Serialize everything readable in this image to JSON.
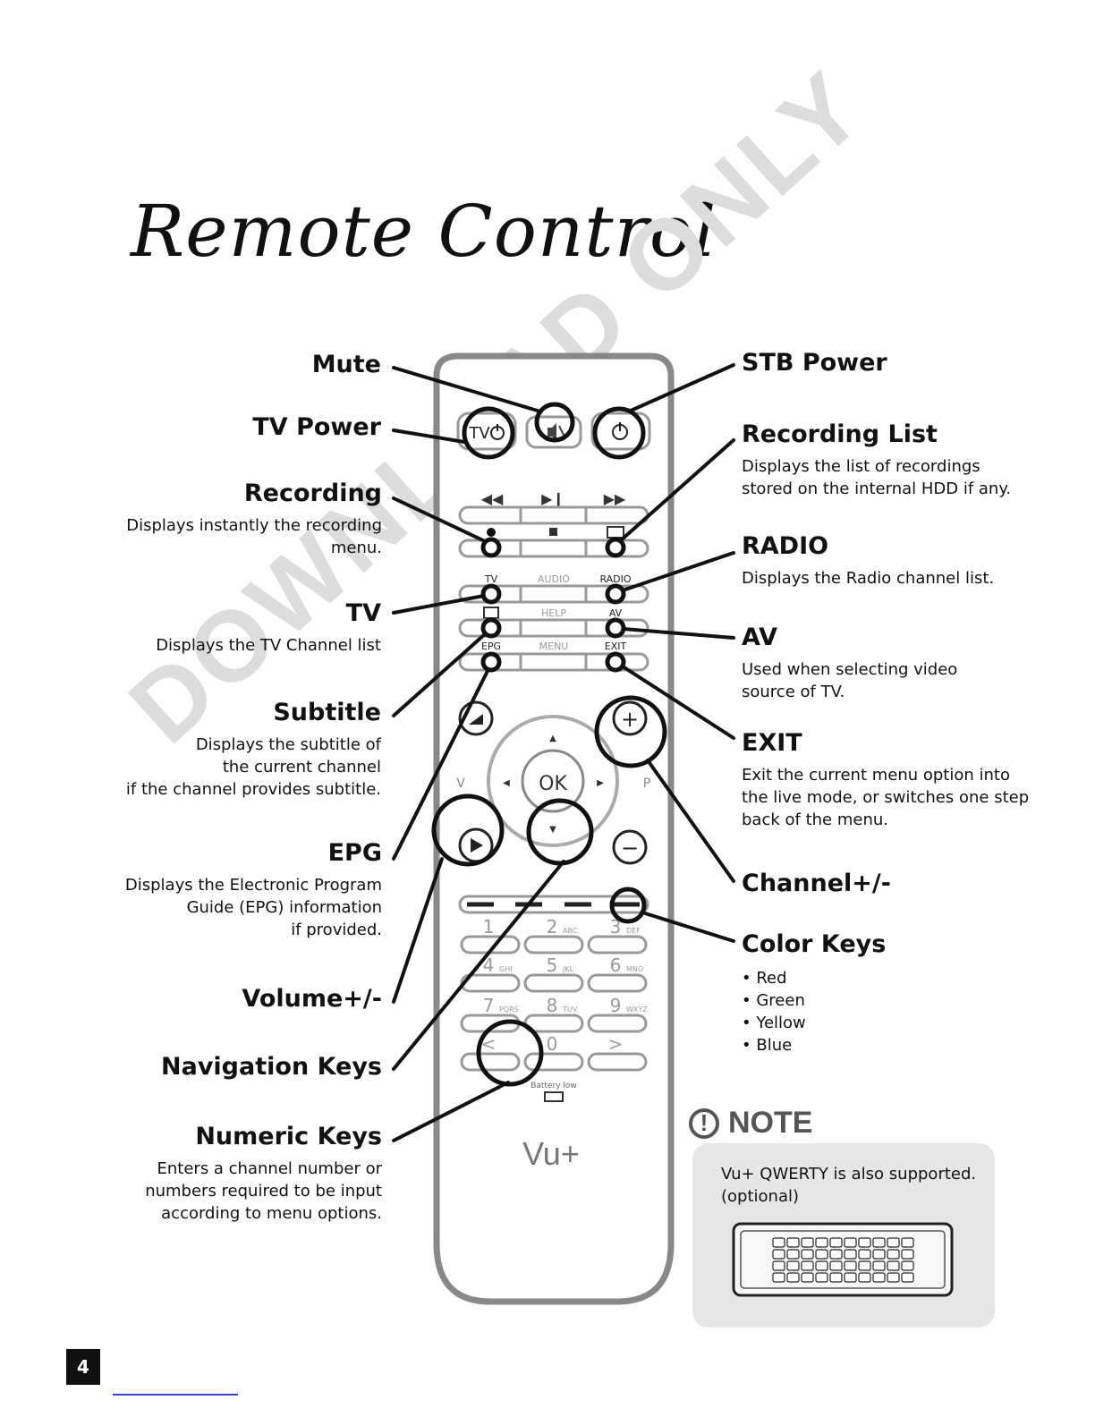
{
  "page": {
    "title": "Remote Control",
    "watermark": "DOWNLOAD ONLY",
    "page_number": "4"
  },
  "remote": {
    "buttons": {
      "tv_power": "TV",
      "tv": "TV",
      "audio": "AUDIO",
      "radio": "RADIO",
      "help": "HELP",
      "av": "AV",
      "epg": "EPG",
      "menu": "MENU",
      "exit": "EXIT",
      "ok": "OK",
      "v": "V",
      "p": "P",
      "plus": "+",
      "minus": "−",
      "battery_low": "Battery low",
      "brand": "Vu+"
    },
    "numeric": [
      {
        "digit": "1",
        "letters": ""
      },
      {
        "digit": "2",
        "letters": "ABC"
      },
      {
        "digit": "3",
        "letters": "DEF"
      },
      {
        "digit": "4",
        "letters": "GHI"
      },
      {
        "digit": "5",
        "letters": "JKL"
      },
      {
        "digit": "6",
        "letters": "MNO"
      },
      {
        "digit": "7",
        "letters": "PQRS"
      },
      {
        "digit": "8",
        "letters": "TUV"
      },
      {
        "digit": "9",
        "letters": "WXYZ"
      },
      {
        "digit": "<",
        "letters": ""
      },
      {
        "digit": "0",
        "letters": ""
      },
      {
        "digit": ">",
        "letters": ""
      }
    ]
  },
  "labels_left": {
    "mute": {
      "title": "Mute"
    },
    "tv_power": {
      "title": "TV Power"
    },
    "recording": {
      "title": "Recording",
      "desc": [
        "Displays instantly the recording",
        "menu."
      ]
    },
    "tv": {
      "title": "TV",
      "desc": [
        "Displays the TV Channel list"
      ]
    },
    "subtitle": {
      "title": "Subtitle",
      "desc": [
        "Displays the subtitle of",
        "the current channel",
        "if the channel provides subtitle."
      ]
    },
    "epg": {
      "title": "EPG",
      "desc": [
        "Displays the Electronic Program",
        "Guide (EPG) information",
        "if provided."
      ]
    },
    "volume": {
      "title": "Volume+/-"
    },
    "navigation": {
      "title": "Navigation Keys"
    },
    "numeric": {
      "title": "Numeric Keys",
      "desc": [
        "Enters a channel number or",
        "numbers required to be input",
        "according to menu options."
      ]
    }
  },
  "labels_right": {
    "stb_power": {
      "title": "STB Power"
    },
    "recording_list": {
      "title": "Recording List",
      "desc": [
        "Displays the list of recordings",
        "stored on the internal HDD if any."
      ]
    },
    "radio": {
      "title": "RADIO",
      "desc": [
        "Displays the Radio channel list."
      ]
    },
    "av": {
      "title": "AV",
      "desc": [
        "Used when selecting video",
        "source of TV."
      ]
    },
    "exit": {
      "title": "EXIT",
      "desc": [
        "Exit the current menu option into",
        "the live mode, or switches one step",
        "back of the menu."
      ]
    },
    "channel": {
      "title": "Channel+/-"
    },
    "color_keys": {
      "title": "Color Keys",
      "items": [
        "Red",
        "Green",
        "Yellow",
        "Blue"
      ]
    }
  },
  "note": {
    "heading": "NOTE",
    "icon": "exclamation-circle-icon",
    "lines": [
      "Vu+ QWERTY is also supported.",
      "(optional)"
    ]
  }
}
